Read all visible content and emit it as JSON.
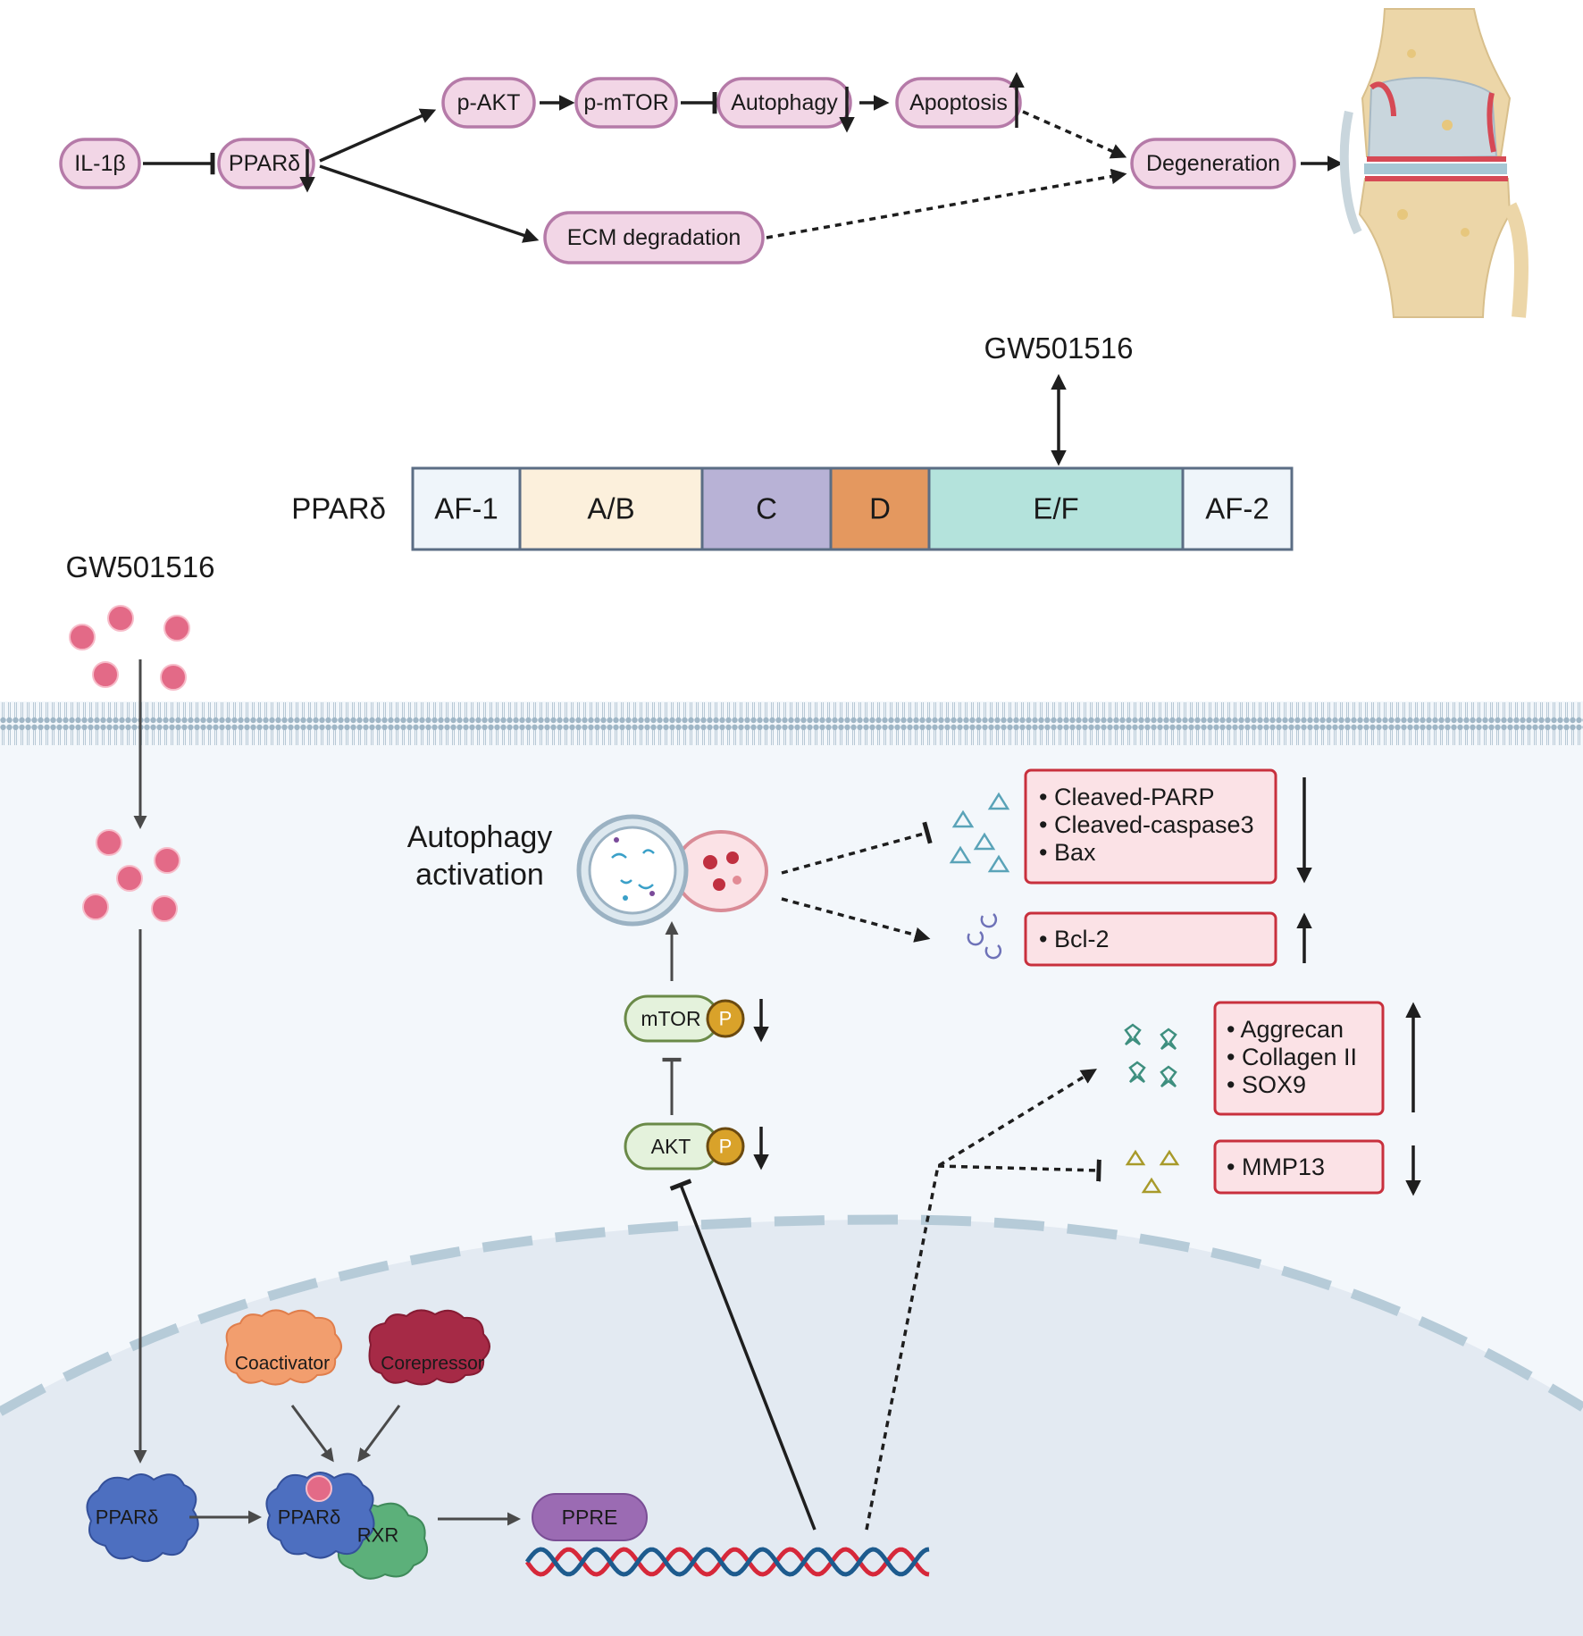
{
  "pathway": {
    "il1b": "IL-1β",
    "ppard": "PPARδ",
    "p_akt": "p-AKT",
    "p_mtor": "p-mTOR",
    "autophagy": "Autophagy",
    "apoptosis": "Apoptosis",
    "degeneration": "Degeneration",
    "ecm": "ECM degradation"
  },
  "domain_diagram": {
    "ligand": "GW501516",
    "protein": "PPARδ",
    "domains": [
      {
        "label": "AF-1",
        "color": "#eff5fa"
      },
      {
        "label": "A/B",
        "color": "#fcf0dc"
      },
      {
        "label": "C",
        "color": "#b8b2d6"
      },
      {
        "label": "D",
        "color": "#e4985f"
      },
      {
        "label": "E/F",
        "color": "#b4e3dc"
      },
      {
        "label": "AF-2",
        "color": "#eff5fa"
      }
    ]
  },
  "cell": {
    "ligand": "GW501516",
    "autophagy_activation": [
      "Autophagy",
      "activation"
    ],
    "apoptosis_markers": [
      "• Cleaved-PARP",
      "• Cleaved-caspase3",
      "• Bax"
    ],
    "antiapoptotic": [
      "• Bcl-2"
    ],
    "matrix_markers": [
      "• Aggrecan",
      "• Collagen II",
      "• SOX9"
    ],
    "mmp": [
      "• MMP13"
    ],
    "mtor": "mTOR",
    "akt": "AKT",
    "phospho": "P",
    "coactivator": "Coactivator",
    "corepressor": "Corepressor",
    "ppard_free": "PPARδ",
    "ppard_bound": "PPARδ",
    "rxr": "RXR",
    "ppre": "PPRE"
  },
  "colors": {
    "pill_fill": "#f2d6e6",
    "marker_box": "#fbe2e6",
    "membrane": "#9fb6c6",
    "cytoplasm": "#f3f7fb",
    "nucleus": "#e3eaf2",
    "dna_red": "#d6283a",
    "dna_blue": "#1d5b8e"
  }
}
